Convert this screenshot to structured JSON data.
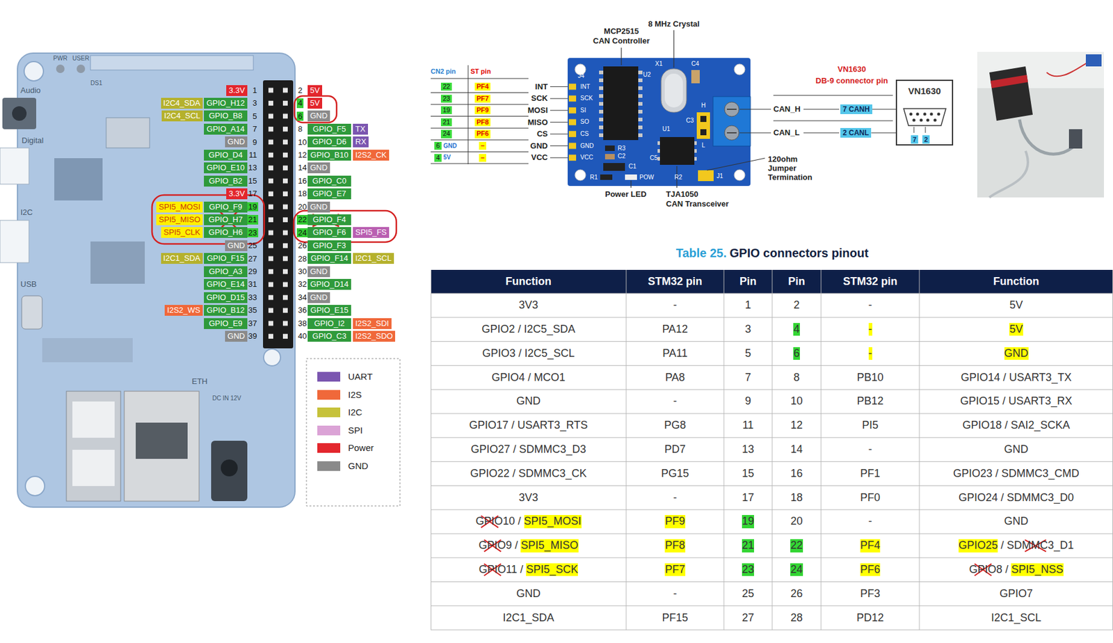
{
  "diagram": {
    "nodes": [
      {
        "text": [
          "3.3V"
        ]
      },
      {
        "text": [
          "5V"
        ]
      },
      {
        "text": [
          "I2C4_SDA"
        ]
      },
      {
        "text": [
          "GPIO_H12"
        ]
      },
      {
        "text": [
          "5V"
        ]
      },
      {
        "text": [
          "I2C4_SCL"
        ]
      },
      {
        "text": [
          "GPIO_B8"
        ]
      },
      {
        "text": [
          "GND"
        ]
      },
      {
        "text": [
          "GPIO_A14"
        ]
      },
      {
        "text": [
          "GPIO_F5"
        ]
      },
      {
        "text": [
          "TX"
        ]
      },
      {
        "text": [
          "GND"
        ]
      },
      {
        "text": [
          "GPIO_D6"
        ]
      },
      {
        "text": [
          "RX"
        ]
      },
      {
        "text": [
          "GPIO_D4"
        ]
      },
      {
        "text": [
          "GPIO_B10"
        ]
      },
      {
        "text": [
          "I2S2_CK"
        ]
      },
      {
        "text": [
          "GPIO_E10"
        ]
      },
      {
        "text": [
          "GND"
        ]
      },
      {
        "text": [
          "GPIO_B2"
        ]
      },
      {
        "text": [
          "GPIO_C0"
        ]
      },
      {
        "text": [
          "3.3V"
        ]
      },
      {
        "text": [
          "GPIO_E7"
        ]
      },
      {
        "text": [
          "SPI5_MOSI"
        ]
      },
      {
        "text": [
          "GPIO_F9"
        ]
      },
      {
        "text": [
          "GND"
        ]
      },
      {
        "text": [
          "SPI5_MISO"
        ]
      },
      {
        "text": [
          "GPIO_H7"
        ]
      },
      {
        "text": [
          "GPIO_F4"
        ]
      },
      {
        "text": [
          "SPI5_CLK"
        ]
      },
      {
        "text": [
          "GPIO_H6"
        ]
      },
      {
        "text": [
          "GPIO_F6"
        ]
      },
      {
        "text": [
          "SPI5_FS"
        ]
      },
      {
        "text": [
          "GND"
        ]
      },
      {
        "text": [
          "GPIO_F3"
        ]
      },
      {
        "text": [
          "I2C1_SDA"
        ]
      },
      {
        "text": [
          "GPIO_F15"
        ]
      },
      {
        "text": [
          "GPIO_F14"
        ]
      },
      {
        "text": [
          "I2C1_SCL"
        ]
      },
      {
        "text": [
          "GPIO_A3"
        ]
      },
      {
        "text": [
          "GND"
        ]
      },
      {
        "text": [
          "GPIO_E14"
        ]
      },
      {
        "text": [
          "GPIO_D14"
        ]
      },
      {
        "text": [
          "GPIO_D15"
        ]
      },
      {
        "text": [
          "GND"
        ]
      },
      {
        "text": [
          "I2S2_WS"
        ]
      },
      {
        "text": [
          "GPIO_B12"
        ]
      },
      {
        "text": [
          "GPIO_E15"
        ]
      },
      {
        "text": [
          "GPIO_E9"
        ]
      },
      {
        "text": [
          "GPIO_I2"
        ]
      },
      {
        "text": [
          "I2S2_SDI"
        ]
      },
      {
        "text": [
          "GND"
        ]
      },
      {
        "text": [
          "GPIO_C3"
        ]
      },
      {
        "text": [
          "I2S2_SDO"
        ]
      },
      {
        "text": [
          "7 CANH"
        ]
      },
      {
        "text": [
          "2 CANL"
        ]
      },
      {
        "text": [
          "VN1630"
        ]
      },
      {
        "text": [
          "7"
        ],
        "in": 56
      },
      {
        "text": [
          "2"
        ],
        "in": 56
      }
    ],
    "edges": [
      {
        "from": 54,
        "to": 56,
        "arrow": "none"
      },
      {
        "from": 55,
        "to": 56,
        "arrow": "none"
      }
    ],
    "labels": [
      "PWR",
      "USER",
      "DS1",
      "Audio",
      "Digital",
      "I2C",
      "USB",
      "ETH",
      "DC IN 12V",
      "1",
      "2",
      "3",
      "4",
      "5",
      "6",
      "7",
      "8",
      "9",
      "10",
      "11",
      "12",
      "13",
      "14",
      "15",
      "16",
      "17",
      "18",
      "19",
      "20",
      "21",
      "22",
      "23",
      "24",
      "25",
      "26",
      "27",
      "28",
      "29",
      "30",
      "31",
      "32",
      "33",
      "34",
      "35",
      "36",
      "37",
      "38",
      "39",
      "40",
      "CN2 pin",
      "ST pin",
      "22",
      "PF4",
      "INT",
      "23",
      "PF7",
      "SCK",
      "19",
      "PF9",
      "MOSI",
      "21",
      "PF8",
      "MISO",
      "24",
      "PF6",
      "CS",
      "6",
      "GND",
      "–",
      "GND",
      "4",
      "5V",
      "–",
      "VCC",
      "J4",
      "U2",
      "X1",
      "C4",
      "INT",
      "SCK",
      "SI",
      "SO",
      "CS",
      "GND",
      "VCC",
      "R3",
      "C2",
      "C1",
      "R1",
      "POW",
      "R2",
      "J1",
      "C5",
      "C3",
      "U1",
      "H",
      "L",
      "MCP2515",
      "CAN Controller",
      "8 MHz Crystal",
      "Power LED",
      "TJA1050",
      "CAN Transceiver",
      "120ohm Jumper Termination",
      "CAN_H",
      "CAN_L",
      "VN1630",
      "DB-9 connector pin",
      "Table 25.",
      "GPIO connectors pinout",
      "Function",
      "STM32 pin",
      "Pin",
      "Pin",
      "STM32 pin",
      "Function",
      "3V3",
      "-",
      "1",
      "2",
      "-",
      "5V",
      "GPIO2 / I2C5_SDA",
      "PA12",
      "3",
      "4",
      "-",
      "5V",
      "GPIO3 / I2C5_SCL",
      "PA11",
      "5",
      "6",
      "-",
      "GND",
      "GPIO4 / MCO1",
      "PA8",
      "7",
      "8",
      "PB10",
      "GPIO14 / USART3_TX",
      "GND",
      "-",
      "9",
      "10",
      "PB12",
      "GPIO15 / USART3_RX",
      "GPIO17 / USART3_RTS",
      "PG8",
      "11",
      "12",
      "PI5",
      "GPIO18 / SAI2_SCKA",
      "GPIO27 / SDMMC3_D3",
      "PD7",
      "13",
      "14",
      "-",
      "GND",
      "GPIO22 / SDMMC3_CK",
      "PG15",
      "15",
      "16",
      "PF1",
      "GPIO23 / SDMMC3_CMD",
      "3V3",
      "-",
      "17",
      "18",
      "PF0",
      "GPIO24 / SDMMC3_D0",
      "GPIO10 /",
      "SPI5_MOSI",
      "PF9",
      "19",
      "20",
      "-",
      "GND",
      "GPIO9 /",
      "SPI5_MISO",
      "PF8",
      "21",
      "22",
      "PF4",
      "GPIO25",
      "/ SDMMC3_D1",
      "GPIO11 /",
      "SPI5_SCK",
      "PF7",
      "23",
      "24",
      "PF6",
      "GPIO8 /",
      "SPI5_NSS",
      "GND",
      "-",
      "25",
      "26",
      "PF3",
      "GPIO7",
      "I2C1_SDA",
      "PF15",
      "27",
      "28",
      "PD12",
      "I2C1_SCL"
    ],
    "legend": [
      {
        "text": "UART",
        "color": "#7b56b0"
      },
      {
        "text": "I2S",
        "color": "#f0683a"
      },
      {
        "text": "I2C",
        "color": "#c6c23a"
      },
      {
        "text": "SPI",
        "color": "#dba3d6"
      },
      {
        "text": "Power",
        "color": "#e3262d"
      },
      {
        "text": "GND",
        "color": "#8a8a8a"
      }
    ]
  }
}
